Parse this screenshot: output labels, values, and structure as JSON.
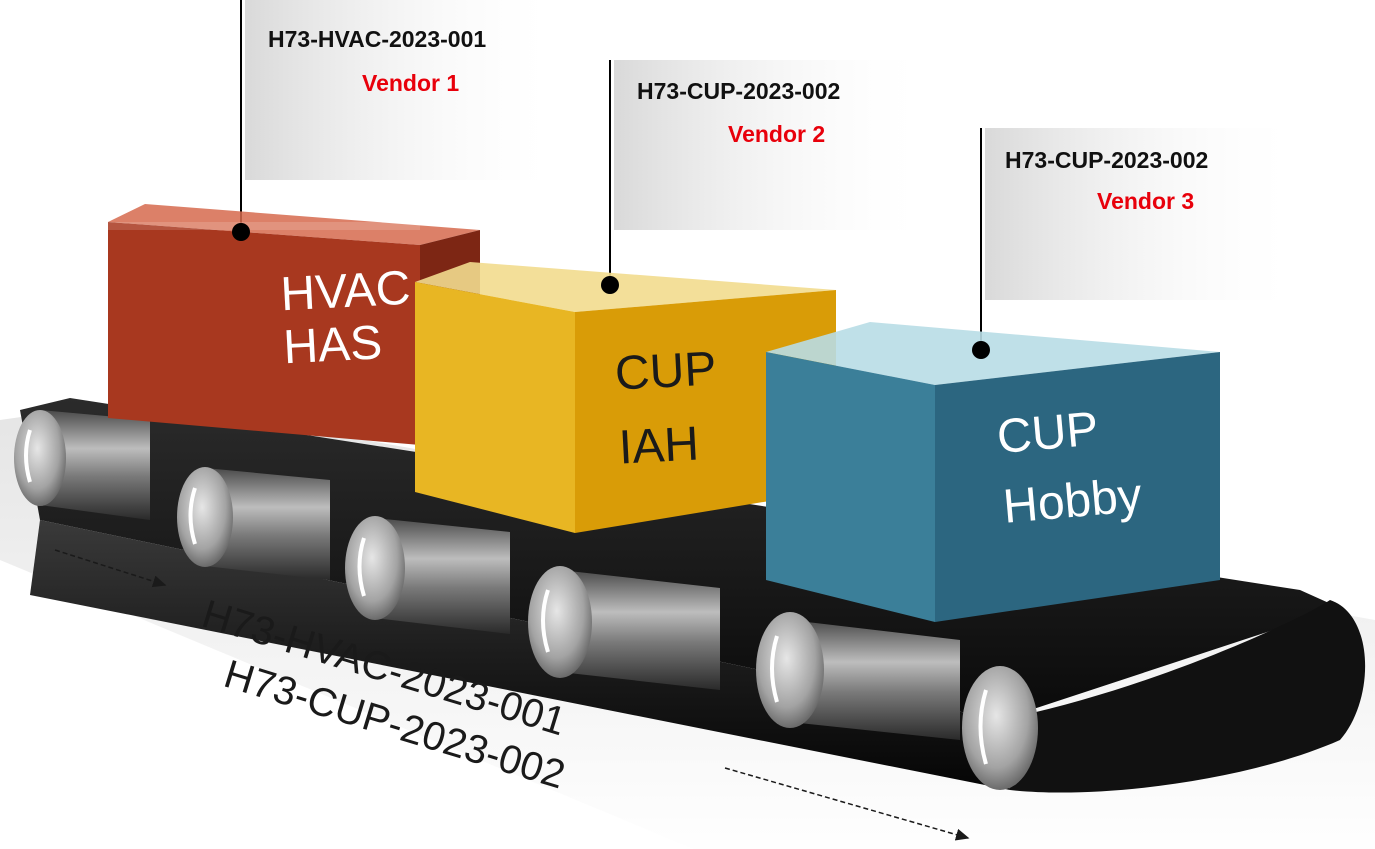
{
  "flags": [
    {
      "code": "H73-HVAC-2023-001",
      "vendor": "Vendor 1"
    },
    {
      "code": "H73-CUP-2023-002",
      "vendor": "Vendor 2"
    },
    {
      "code": "H73-CUP-2023-002",
      "vendor": "Vendor 3"
    }
  ],
  "boxes": [
    {
      "line1": "HVAC",
      "line2": "HAS",
      "color": "#a8381f",
      "text_color": "#ffffff"
    },
    {
      "line1": "CUP",
      "line2": "IAH",
      "color": "#e3a90f",
      "text_color": "#1a1a1a"
    },
    {
      "line1": "CUP",
      "line2": "Hobby",
      "color": "#2f6f8c",
      "text_color": "#ffffff"
    }
  ],
  "conveyor": {
    "line1": "H73-HVAC-2023-001",
    "line2": "H73-CUP-2023-002"
  },
  "colors": {
    "vendor_text": "#e8000b",
    "belt": "#1a1a1a",
    "roller": "#9a9a9a"
  }
}
